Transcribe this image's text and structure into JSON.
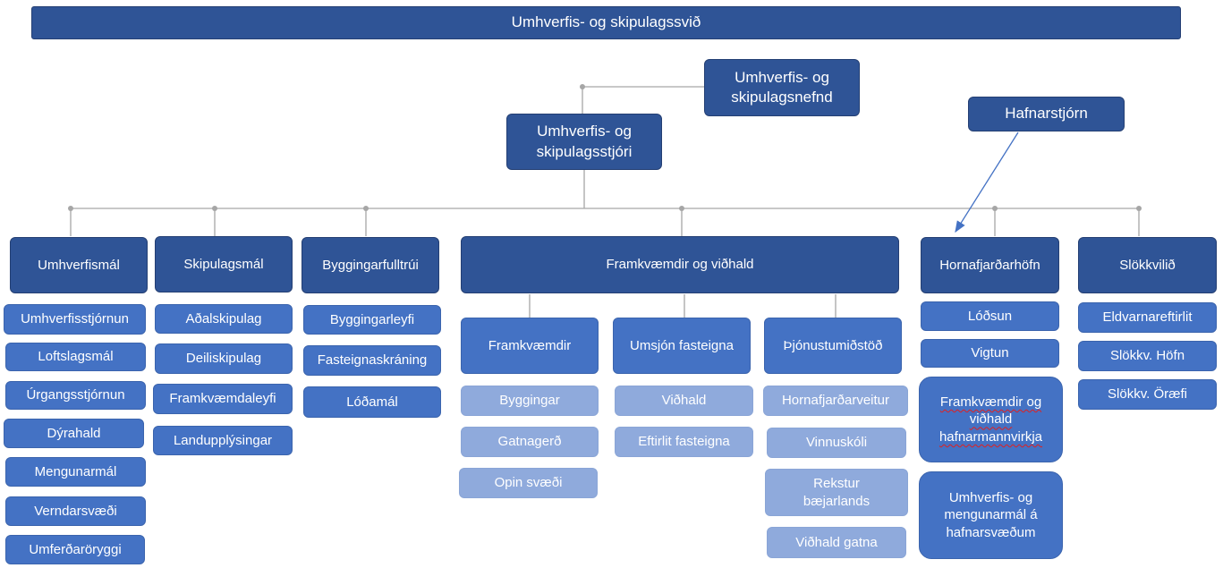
{
  "banner": "Umhverfis- og skipulagssvið",
  "committee": "Umhverfis- og skipulagsnefnd",
  "director": "Umhverfis- og skipulagsstjóri",
  "harbour_board": "Hafnarstjórn",
  "departments": {
    "environment": {
      "title": "Umhverfismál",
      "items": [
        "Umhverfisstjórnun",
        "Loftslagsmál",
        "Úrgangsstjórnun",
        "Dýrahald",
        "Mengunarmál",
        "Verndarsvæði",
        "Umferðaröryggi"
      ]
    },
    "planning": {
      "title": "Skipulagsmál",
      "items": [
        "Aðalskipulag",
        "Deiliskipulag",
        "Framkvæmdaleyfi",
        "Landupplýsingar"
      ]
    },
    "building": {
      "title": "Byggingarfulltrúi",
      "items": [
        "Byggingarleyfi",
        "Fasteignaskráning",
        "Lóðamál"
      ]
    },
    "works": {
      "title": "Framkvæmdir og viðhald",
      "groups": [
        {
          "title": "Framkvæmdir",
          "items": [
            "Byggingar",
            "Gatnagerð",
            "Opin svæði"
          ]
        },
        {
          "title": "Umsjón fasteigna",
          "items": [
            "Viðhald",
            "Eftirlit fasteigna"
          ]
        },
        {
          "title": "Þjónustumiðstöð",
          "items": [
            "Hornafjarðarveitur",
            "Vinnuskóli",
            "Rekstur bæjarlands",
            "Viðhald gatna"
          ]
        }
      ]
    },
    "harbour": {
      "title": "Hornafjarðarhöfn",
      "items": [
        "Lóðsun",
        "Vigtun",
        "Framkvæmdir og viðhald hafnarmannvirkja",
        "Umhverfis- og mengunarmál á hafnarsvæðum"
      ]
    },
    "fire": {
      "title": "Slökkvilið",
      "items": [
        "Eldvarnareftirlit",
        "Slökkv. Höfn",
        "Slökkv. Öræfi"
      ]
    }
  }
}
